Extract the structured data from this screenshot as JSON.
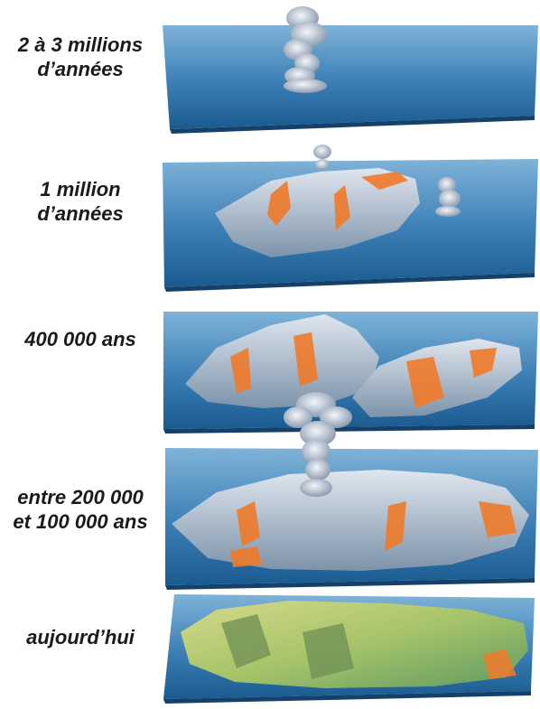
{
  "stages": [
    {
      "label_line1": "2 à 3 millions",
      "label_line2": "d’années",
      "name": "stage-1"
    },
    {
      "label_line1": "1 million",
      "label_line2": "d’années",
      "name": "stage-2"
    },
    {
      "label_line1": "400 000 ans",
      "label_line2": "",
      "name": "stage-3"
    },
    {
      "label_line1": "entre 200 000",
      "label_line2": "et 100 000 ans",
      "name": "stage-4"
    },
    {
      "label_line1": "aujourd’hui",
      "label_line2": "",
      "name": "stage-5"
    }
  ],
  "colors": {
    "ocean_top": "#6fa6cf",
    "ocean_bottom": "#1e5f94",
    "lava": "#f07a2a",
    "ash": "#d8dee6",
    "island_grey": "#a9b7c6",
    "island_green": "#aec86c"
  }
}
